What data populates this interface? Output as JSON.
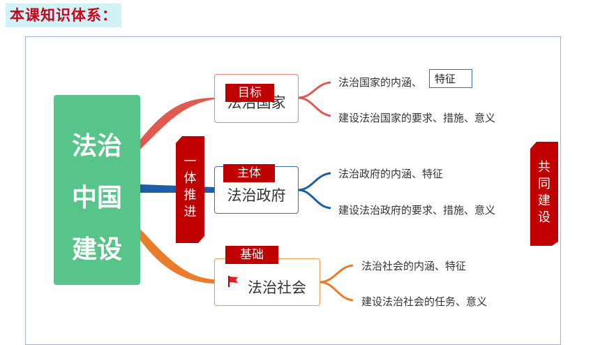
{
  "heading": "本课知识体系：",
  "root": {
    "lines": [
      "法治",
      "中国",
      "建设"
    ],
    "color": "#57c58a"
  },
  "left_bar": {
    "chars": [
      "一",
      "体",
      "推",
      "进"
    ]
  },
  "right_bar": {
    "chars": [
      "共",
      "同",
      "建",
      "设"
    ]
  },
  "nodes": [
    {
      "label": "法治国家",
      "tag": "目标",
      "color": "#e05a4f",
      "leaves": [
        "法治国家的内涵、",
        "建设法治国家的要求、措施、意义"
      ],
      "leaf_extra": "特征"
    },
    {
      "label": "法治政府",
      "tag": "主体",
      "color": "#1d5fa6",
      "leaves": [
        "法治政府的内涵、特征",
        "建设法治政府的要求、措施、意义"
      ]
    },
    {
      "label": "法治社会",
      "tag": "基础",
      "color": "#ea7d2b",
      "leaves": [
        "法治社会的内涵、特征",
        "建设法治社会的任务、意义"
      ]
    }
  ],
  "icons": {
    "node3_icon": "flag-icon"
  }
}
